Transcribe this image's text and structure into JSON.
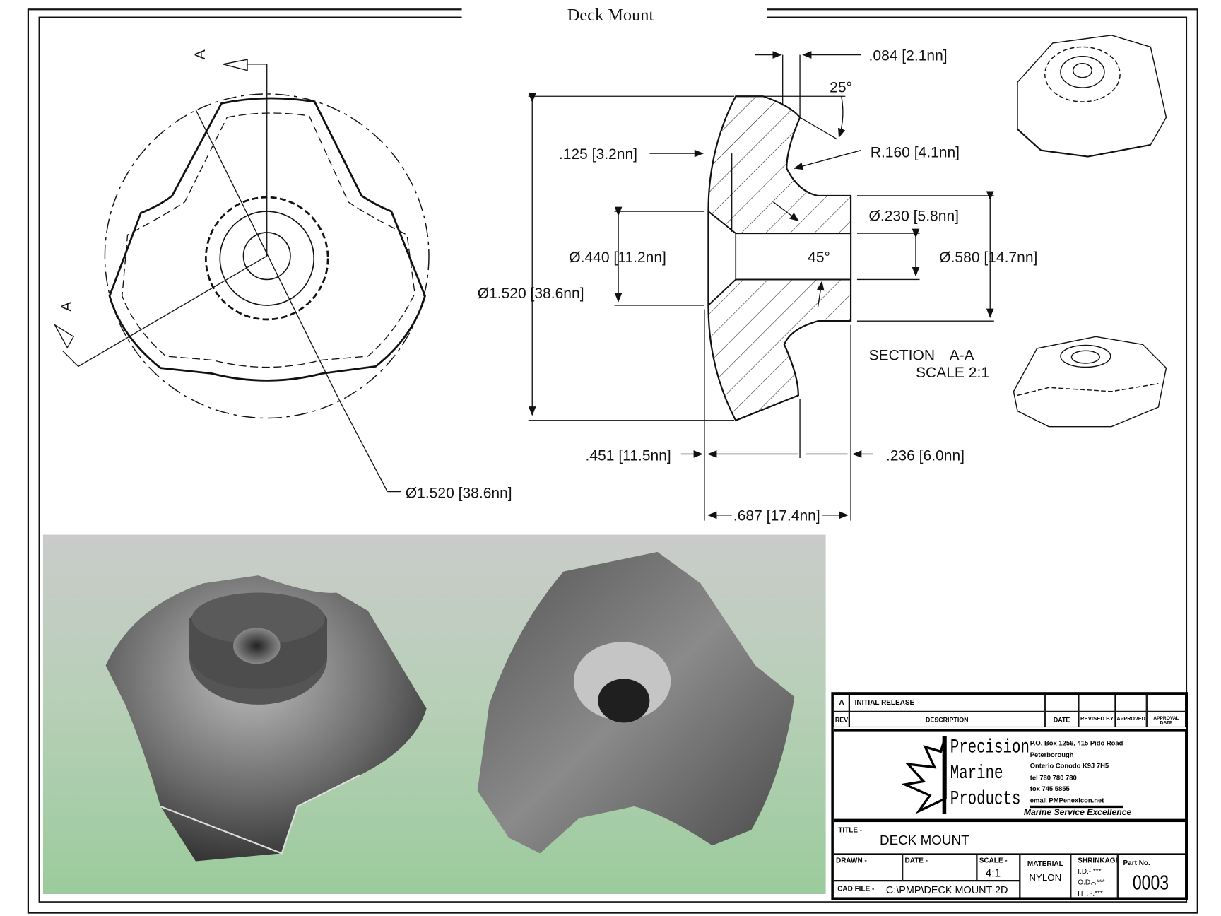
{
  "sheet_title": "Deck Mount",
  "section_view": {
    "label": "SECTION",
    "name": "A-A",
    "scale": "SCALE 2:1",
    "cut_labels": [
      "A",
      "A"
    ],
    "angle": "45°",
    "dims": {
      "top_width": ".084 [2.1nn]",
      "angle_top": "25°",
      "radius": "R.160 [4.1nn]",
      "flange": ".125 [3.2nn]",
      "hole_small": "Ø.230 [5.8nn]",
      "counterbore": "Ø.440 [11.2nn]",
      "boss": "Ø.580 [14.7nn]",
      "outer": "Ø1.520 [38.6nn]",
      "base_height": ".451 [11.5nn]",
      "boss_height": ".236 [6.0nn]",
      "overall_height": ".687 [17.4nn]"
    }
  },
  "front_view": {
    "diameter": "Ø1.520 [38.6nn]"
  },
  "title_block": {
    "rev_row": {
      "rev": "A",
      "description": "INITIAL RELEASE"
    },
    "headers": [
      "REV",
      "DESCRIPTION",
      "DATE",
      "REVISED BY",
      "APPROVED",
      "APPROVAL DATE"
    ],
    "company": {
      "name_lines": [
        "Precision",
        "Marine",
        "Products"
      ],
      "address": [
        "P.O. Box 1256, 415 Pido Road",
        "Peterborough",
        "Onterio Conodo K9J 7H5",
        "tel 780 780 780",
        "fox 745 5855",
        "email PMPenexicon.net"
      ],
      "slogan": "Marine Service Excellence"
    },
    "title_label": "TITLE -",
    "title": "DECK MOUNT",
    "drawn_label": "DRAWN -",
    "date_label": "DATE -",
    "scale_label": "SCALE -",
    "scale": "4:1",
    "cad_label": "CAD FILE -",
    "cad_file": "C:\\PMP\\DECK MOUNT 2D",
    "material_label": "MATERIAL",
    "material": "NYLON",
    "shrinkage_label": "SHRINKAGE",
    "shrinkage": [
      "I.D.-.***",
      "O.D.-.***",
      "HT. -.***"
    ],
    "part_label": "Part No.",
    "part_no": "0003"
  }
}
